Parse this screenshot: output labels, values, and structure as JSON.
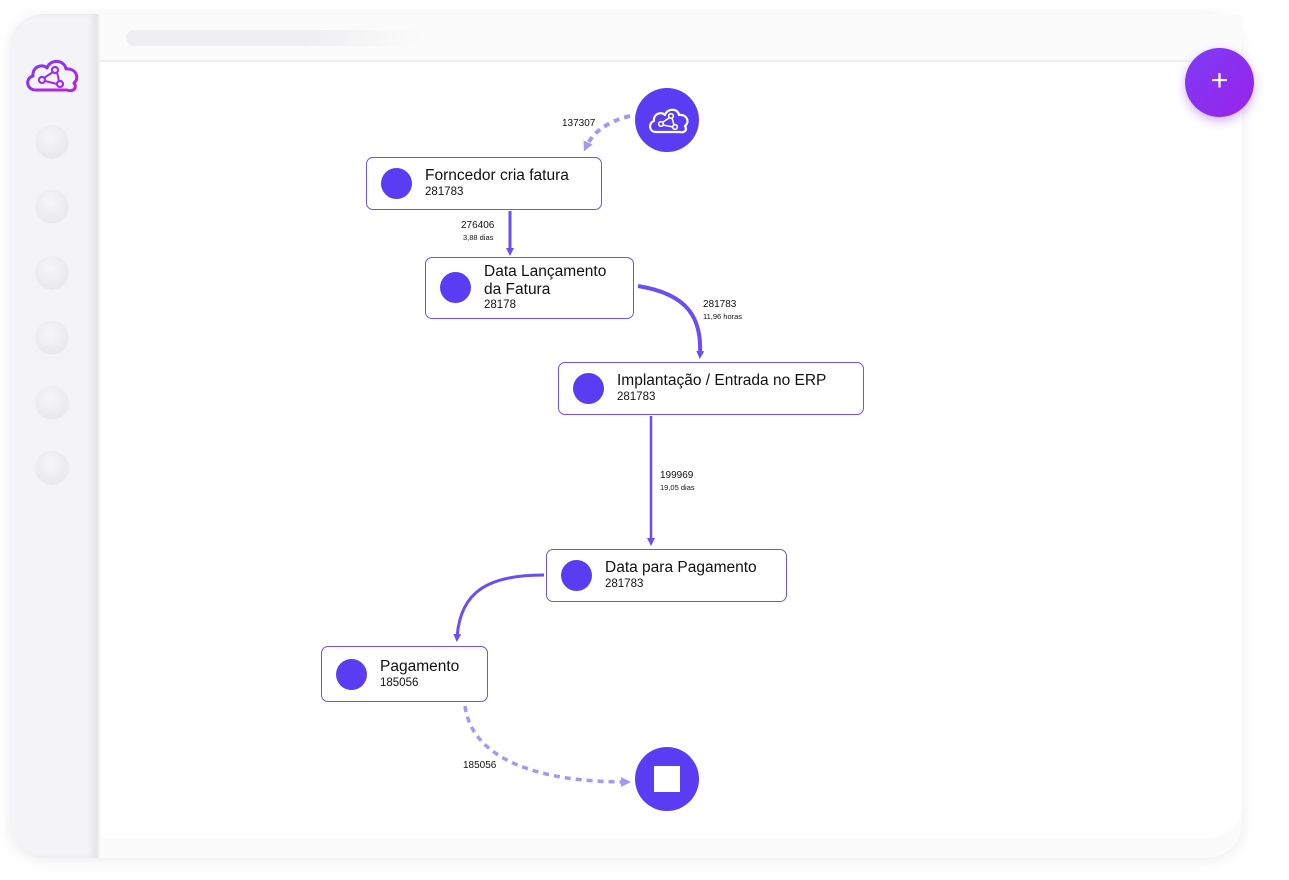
{
  "toolbar": {
    "add_symbol": "+"
  },
  "sidebar": {
    "nav_items": [
      "nav-1",
      "nav-2",
      "nav-3",
      "nav-4",
      "nav-5",
      "nav-6"
    ]
  },
  "colors": {
    "accent": "#5a3df2",
    "edge": "#6a4df5",
    "edge_dashed": "#a896f7",
    "fab": "#8a2ef0"
  },
  "process": {
    "nodes": {
      "fornecedor": {
        "title": "Forncedor cria fatura",
        "count": "281783"
      },
      "lancamento": {
        "title_line1": "Data Lançamento",
        "title_line2": "da Fatura",
        "count": "28178"
      },
      "implantacao": {
        "title": "Implantação / Entrada no ERP",
        "count": "281783"
      },
      "data_pagamento": {
        "title": "Data para Pagamento",
        "count": "281783"
      },
      "pagamento": {
        "title": "Pagamento",
        "count": "185056"
      }
    },
    "edges": {
      "start_to_fornecedor": {
        "count": "137307"
      },
      "fornecedor_to_lancamento": {
        "count": "276406",
        "duration": "3,88 dias"
      },
      "lancamento_to_implantacao": {
        "count": "281783",
        "duration": "11,96 horas"
      },
      "implantacao_to_data_pagamento": {
        "count": "199969",
        "duration": "19,05 dias"
      },
      "pagamento_to_end": {
        "count": "185056"
      }
    }
  }
}
